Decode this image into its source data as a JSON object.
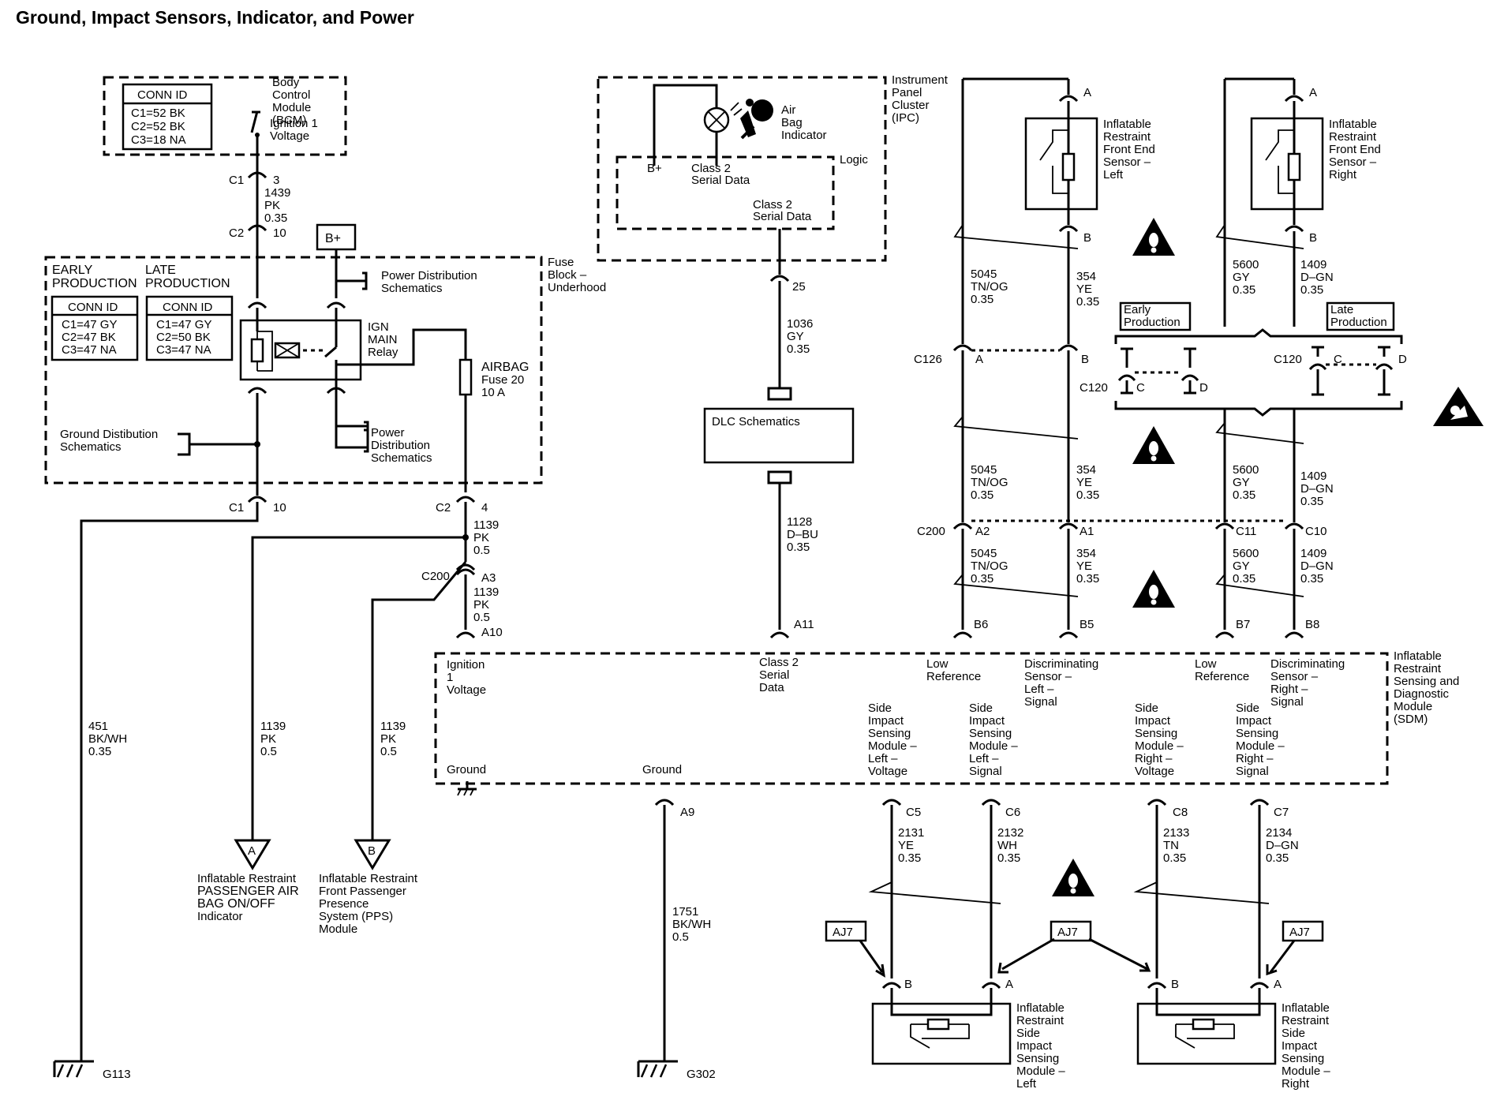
{
  "title": "Ground, Impact Sensors, Indicator, and Power",
  "bcm": {
    "label": [
      "Body",
      "Control",
      "Module",
      "(BCM)"
    ],
    "conn_header": "CONN ID",
    "conn_rows": [
      "C1=52 BK",
      "C2=52 BK",
      "C3=18 NA"
    ],
    "switch_label": [
      "Ignition 1",
      "Voltage"
    ]
  },
  "fuse_block": {
    "label": [
      "Fuse",
      "Block –",
      "Underhood"
    ],
    "early_label": [
      "EARLY",
      "PRODUCTION"
    ],
    "late_label": [
      "LATE",
      "PRODUCTION"
    ],
    "early_conn_header": "CONN ID",
    "early_conn_rows": [
      "C1=47 GY",
      "C2=47 BK",
      "C3=47 NA"
    ],
    "late_conn_header": "CONN ID",
    "late_conn_rows": [
      "C1=47 GY",
      "C2=50 BK",
      "C3=47 NA"
    ],
    "bplus": "B+",
    "power_dist_top": [
      "Power Distribution",
      "Schematics"
    ],
    "relay_label": [
      "IGN",
      "MAIN",
      "Relay"
    ],
    "power_dist_bottom": [
      "Power",
      "Distribution",
      "Schematics"
    ],
    "ground_dist": [
      "Ground Distibution",
      "Schematics"
    ],
    "fuse_label": [
      "AIRBAG",
      "Fuse 20",
      "10 A"
    ]
  },
  "ipc": {
    "label": [
      "Instrument",
      "Panel",
      "Cluster",
      "(IPC)"
    ],
    "indicator_label": [
      "Air",
      "Bag",
      "Indicator"
    ],
    "logic": "Logic",
    "bplus": "B+",
    "serial1": [
      "Class 2",
      "Serial Data"
    ],
    "serial2": [
      "Class 2",
      "Serial Data"
    ]
  },
  "dlc": {
    "label": "DLC Schematics"
  },
  "sensors": {
    "front_left": [
      "Inflatable",
      "Restraint",
      "Front End",
      "Sensor –",
      "Left"
    ],
    "front_right": [
      "Inflatable",
      "Restraint",
      "Front End",
      "Sensor –",
      "Right"
    ],
    "side_left": [
      "Inflatable",
      "Restraint",
      "Side",
      "Impact",
      "Sensing",
      "Module –",
      "Left"
    ],
    "side_right": [
      "Inflatable",
      "Restraint",
      "Side",
      "Impact",
      "Sensing",
      "Module –",
      "Right"
    ]
  },
  "production": {
    "early": [
      "Early",
      "Production"
    ],
    "late": [
      "Late",
      "Production"
    ]
  },
  "sdm": {
    "label": [
      "Inflatable",
      "Restraint",
      "Sensing and",
      "Diagnostic",
      "Module",
      "(SDM)"
    ],
    "pins": {
      "ign": [
        "Ignition",
        "1",
        "Voltage"
      ],
      "class2": [
        "Class 2",
        "Serial",
        "Data"
      ],
      "lowref_l": [
        "Low",
        "Reference"
      ],
      "disc_l": [
        "Discriminating",
        "Sensor –",
        "Left –",
        "Signal"
      ],
      "lowref_r": [
        "Low",
        "Reference"
      ],
      "disc_r": [
        "Discriminating",
        "Sensor –",
        "Right –",
        "Signal"
      ],
      "sis_lv": [
        "Side",
        "Impact",
        "Sensing",
        "Module –",
        "Left –",
        "Voltage"
      ],
      "sis_ls": [
        "Side",
        "Impact",
        "Sensing",
        "Module –",
        "Left –",
        "Signal"
      ],
      "sis_rv": [
        "Side",
        "Impact",
        "Sensing",
        "Module –",
        "Right –",
        "Voltage"
      ],
      "sis_rs": [
        "Side",
        "Impact",
        "Sensing",
        "Module –",
        "Right –",
        "Signal"
      ],
      "ground1": "Ground",
      "ground2": "Ground"
    }
  },
  "wires": {
    "w1439": [
      "1439",
      "PK",
      "0.35"
    ],
    "w451": [
      "451",
      "BK/WH",
      "0.35"
    ],
    "w1139a": [
      "1139",
      "PK",
      "0.5"
    ],
    "w1139b": [
      "1139",
      "PK",
      "0.5"
    ],
    "w1139c": [
      "1139",
      "PK",
      "0.5"
    ],
    "w1139d": [
      "1139",
      "PK",
      "0.5"
    ],
    "w1036": [
      "1036",
      "GY",
      "0.35"
    ],
    "w1128": [
      "1128",
      "D–BU",
      "0.35"
    ],
    "w1751": [
      "1751",
      "BK/WH",
      "0.5"
    ],
    "w5045": [
      "5045",
      "TN/OG",
      "0.35"
    ],
    "w354": [
      "354",
      "YE",
      "0.35"
    ],
    "w5600": [
      "5600",
      "GY",
      "0.35"
    ],
    "w1409": [
      "1409",
      "D–GN",
      "0.35"
    ],
    "w2131": [
      "2131",
      "YE",
      "0.35"
    ],
    "w2132": [
      "2132",
      "WH",
      "0.35"
    ],
    "w2133": [
      "2133",
      "TN",
      "0.35"
    ],
    "w2134": [
      "2134",
      "D–GN",
      "0.35"
    ]
  },
  "connectors": {
    "c1": "C1",
    "c2": "C2",
    "c126": "C126",
    "c120": "C120",
    "c200": "C200",
    "pin3": "3",
    "pin10": "10",
    "pin4": "4",
    "pin25": "25",
    "a": "A",
    "b": "B",
    "c": "C",
    "d": "D",
    "a1": "A1",
    "a2": "A2",
    "a3": "A3",
    "a9": "A9",
    "a10": "A10",
    "a11": "A11",
    "b5": "B5",
    "b6": "B6",
    "b7": "B7",
    "b8": "B8",
    "c5": "C5",
    "c6": "C6",
    "c7": "C7",
    "c8": "C8",
    "c10": "C10",
    "c11": "C11"
  },
  "offpage": {
    "a_letter": "A",
    "a_label": [
      "Inflatable Restraint",
      "PASSENGER AIR",
      "BAG ON/OFF",
      "Indicator"
    ],
    "b_letter": "B",
    "b_label": [
      "Inflatable Restraint",
      "Front Passenger",
      "Presence",
      "System (PPS)",
      "Module"
    ]
  },
  "aj7": "AJ7",
  "grounds": {
    "g113": "G113",
    "g302": "G302"
  },
  "icons": [
    "warning-triangle-icon",
    "airbag-symbol-icon",
    "lamp-icon",
    "ground-icon"
  ]
}
